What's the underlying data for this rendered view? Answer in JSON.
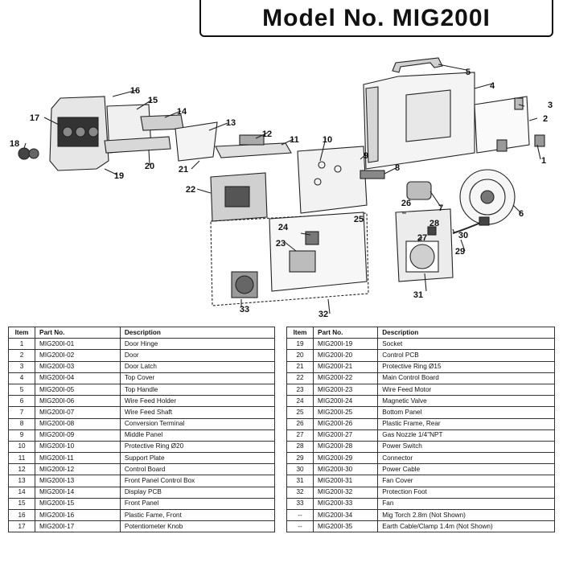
{
  "title": "Model No. MIG200I",
  "callouts": [
    "1",
    "2",
    "3",
    "4",
    "5",
    "6",
    "7",
    "8",
    "9",
    "10",
    "11",
    "12",
    "13",
    "14",
    "15",
    "16",
    "17",
    "18",
    "19",
    "20",
    "21",
    "22",
    "23",
    "24",
    "25",
    "26",
    "27",
    "28",
    "29",
    "30",
    "31",
    "32",
    "33"
  ],
  "table": {
    "headers": {
      "item": "Item",
      "part": "Part No.",
      "desc": "Description"
    },
    "left": [
      {
        "item": "1",
        "part": "MIG200I-01",
        "desc": "Door Hinge"
      },
      {
        "item": "2",
        "part": "MIG200I-02",
        "desc": "Door"
      },
      {
        "item": "3",
        "part": "MIG200I-03",
        "desc": "Door Latch"
      },
      {
        "item": "4",
        "part": "MIG200I-04",
        "desc": "Top Cover"
      },
      {
        "item": "5",
        "part": "MIG200I-05",
        "desc": "Top Handle"
      },
      {
        "item": "6",
        "part": "MIG200I-06",
        "desc": "Wire Feed Holder"
      },
      {
        "item": "7",
        "part": "MIG200I-07",
        "desc": "Wire Feed Shaft"
      },
      {
        "item": "8",
        "part": "MIG200I-08",
        "desc": "Conversion Terminal"
      },
      {
        "item": "9",
        "part": "MIG200I-09",
        "desc": "Middle Panel"
      },
      {
        "item": "10",
        "part": "MIG200I-10",
        "desc": "Protective Ring Ø20"
      },
      {
        "item": "11",
        "part": "MIG200I-11",
        "desc": "Support Plate"
      },
      {
        "item": "12",
        "part": "MIG200I-12",
        "desc": "Control Board"
      },
      {
        "item": "13",
        "part": "MIG200I-13",
        "desc": "Front Panel Control Box"
      },
      {
        "item": "14",
        "part": "MIG200I-14",
        "desc": "Display PCB"
      },
      {
        "item": "15",
        "part": "MIG200I-15",
        "desc": "Front Panel"
      },
      {
        "item": "16",
        "part": "MIG200I-16",
        "desc": "Plastic Fame, Front"
      },
      {
        "item": "17",
        "part": "MIG200I-17",
        "desc": "Potentiometer Knob"
      }
    ],
    "right": [
      {
        "item": "19",
        "part": "MIG200I-19",
        "desc": "Socket"
      },
      {
        "item": "20",
        "part": "MIG200I-20",
        "desc": "Control PCB"
      },
      {
        "item": "21",
        "part": "MIG200I-21",
        "desc": "Protective Ring Ø15"
      },
      {
        "item": "22",
        "part": "MIG200I-22",
        "desc": "Main Control Board"
      },
      {
        "item": "23",
        "part": "MIG200I-23",
        "desc": "Wire Feed Motor"
      },
      {
        "item": "24",
        "part": "MIG200I-24",
        "desc": "Magnetic Valve"
      },
      {
        "item": "25",
        "part": "MIG200I-25",
        "desc": "Bottom Panel"
      },
      {
        "item": "26",
        "part": "MIG200I-26",
        "desc": "Plastic Frame, Rear"
      },
      {
        "item": "27",
        "part": "MIG200I-27",
        "desc": "Gas Nozzle 1/4\"NPT"
      },
      {
        "item": "28",
        "part": "MIG200I-28",
        "desc": "Power Switch"
      },
      {
        "item": "29",
        "part": "MIG200I-29",
        "desc": "Connector"
      },
      {
        "item": "30",
        "part": "MIG200I-30",
        "desc": "Power Cable"
      },
      {
        "item": "31",
        "part": "MIG200I-31",
        "desc": "Fan Cover"
      },
      {
        "item": "32",
        "part": "MIG200I-32",
        "desc": "Protection Foot"
      },
      {
        "item": "33",
        "part": "MIG200I-33",
        "desc": "Fan"
      },
      {
        "item": "--",
        "part": "MIG200I-34",
        "desc": "Mig Torch 2.8m (Not Shown)"
      },
      {
        "item": "--",
        "part": "MIG200I-35",
        "desc": "Earth Cable/Clamp 1.4m (Not Shown)"
      }
    ]
  }
}
